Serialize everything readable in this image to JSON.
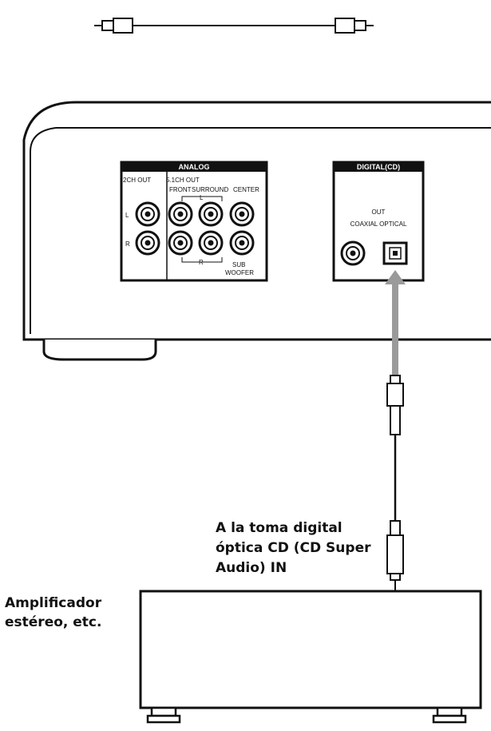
{
  "device": {
    "analog_panel": {
      "title": "ANALOG",
      "col_2ch": "2CH OUT",
      "col_51_a": "5.1CH OUT",
      "front": "FRONT",
      "surround": "SURROUND",
      "center": "CENTER",
      "l_marker": "L",
      "r_marker": "R",
      "row_l": "L",
      "row_r": "R",
      "sub": "SUB",
      "woofer": "WOOFER"
    },
    "digital_panel": {
      "title": "DIGITAL(CD)",
      "out": "OUT",
      "coaxial_optical": "COAXIAL OPTICAL"
    }
  },
  "labels": {
    "jack_line1": "A la toma digital",
    "jack_line2": "óptica CD (CD Super",
    "jack_line3": "Audio) IN",
    "amp_line1": "Amplificador",
    "amp_line2": "estéreo, etc."
  },
  "colors": {
    "arrow": "#9a9a9a",
    "panel": "#ffffff",
    "stroke": "#111111"
  }
}
